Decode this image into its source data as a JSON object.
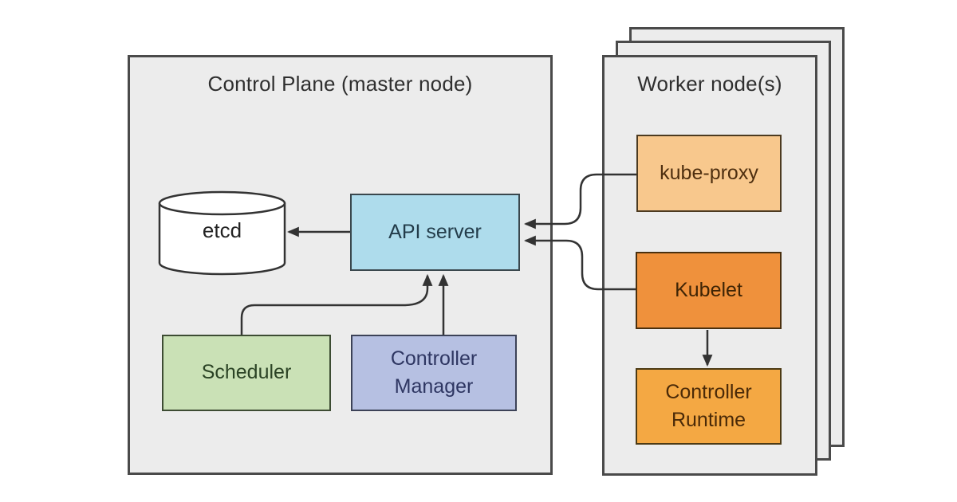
{
  "diagram": {
    "control_plane": {
      "title": "Control Plane (master node)",
      "etcd_label": "etcd",
      "api_server_label": "API server",
      "scheduler_label": "Scheduler",
      "controller_manager_label": "Controller Manager"
    },
    "worker": {
      "title": "Worker node(s)",
      "kube_proxy_label": "kube-proxy",
      "kubelet_label": "Kubelet",
      "controller_runtime_label": "Controller Runtime"
    },
    "connections": [
      {
        "from": "API server",
        "to": "etcd"
      },
      {
        "from": "Scheduler",
        "to": "API server"
      },
      {
        "from": "Controller Manager",
        "to": "API server"
      },
      {
        "from": "kube-proxy",
        "to": "API server"
      },
      {
        "from": "Kubelet",
        "to": "API server"
      },
      {
        "from": "Kubelet",
        "to": "Controller Runtime"
      }
    ],
    "colors": {
      "zone_fill": "#ececec",
      "zone_border": "#4a4a4a",
      "api_server_fill": "#aedcec",
      "etcd_fill": "#ffffff",
      "scheduler_fill": "#cae1b6",
      "controller_manager_fill": "#b6c0e2",
      "kube_proxy_fill": "#f8c88d",
      "kubelet_fill": "#ef913c",
      "controller_runtime_fill": "#f4a843",
      "arrow_color": "#333333"
    }
  }
}
